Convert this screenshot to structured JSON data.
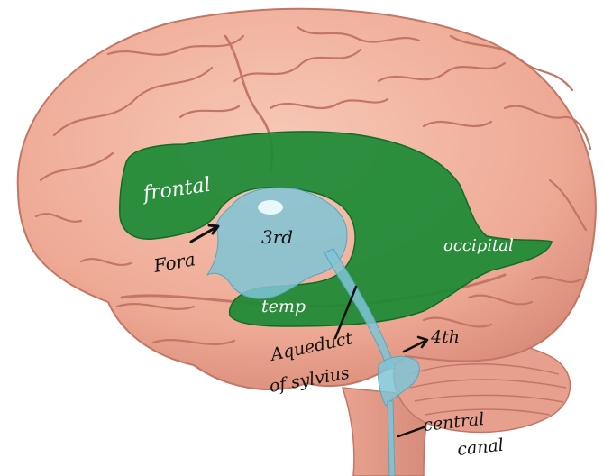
{
  "colors": {
    "brain_fill": "#f3b7a3",
    "brain_shade": "#dd8f7d",
    "sulcus": "#c77566",
    "lateral_ventricle": "#1a8a34",
    "third_ventricle": "#7fc4d6",
    "ink_white": "#ffffff",
    "ink_black": "#111111"
  },
  "labels": {
    "frontal": "frontal",
    "occipital": "occipital",
    "temporal": "temp",
    "third": "3rd",
    "foramen": "Fora",
    "aqueduct_line1": "Aqueduct",
    "aqueduct_line2": "of sylvius",
    "fourth": "4th",
    "central_line1": "central",
    "central_line2": "canal"
  }
}
